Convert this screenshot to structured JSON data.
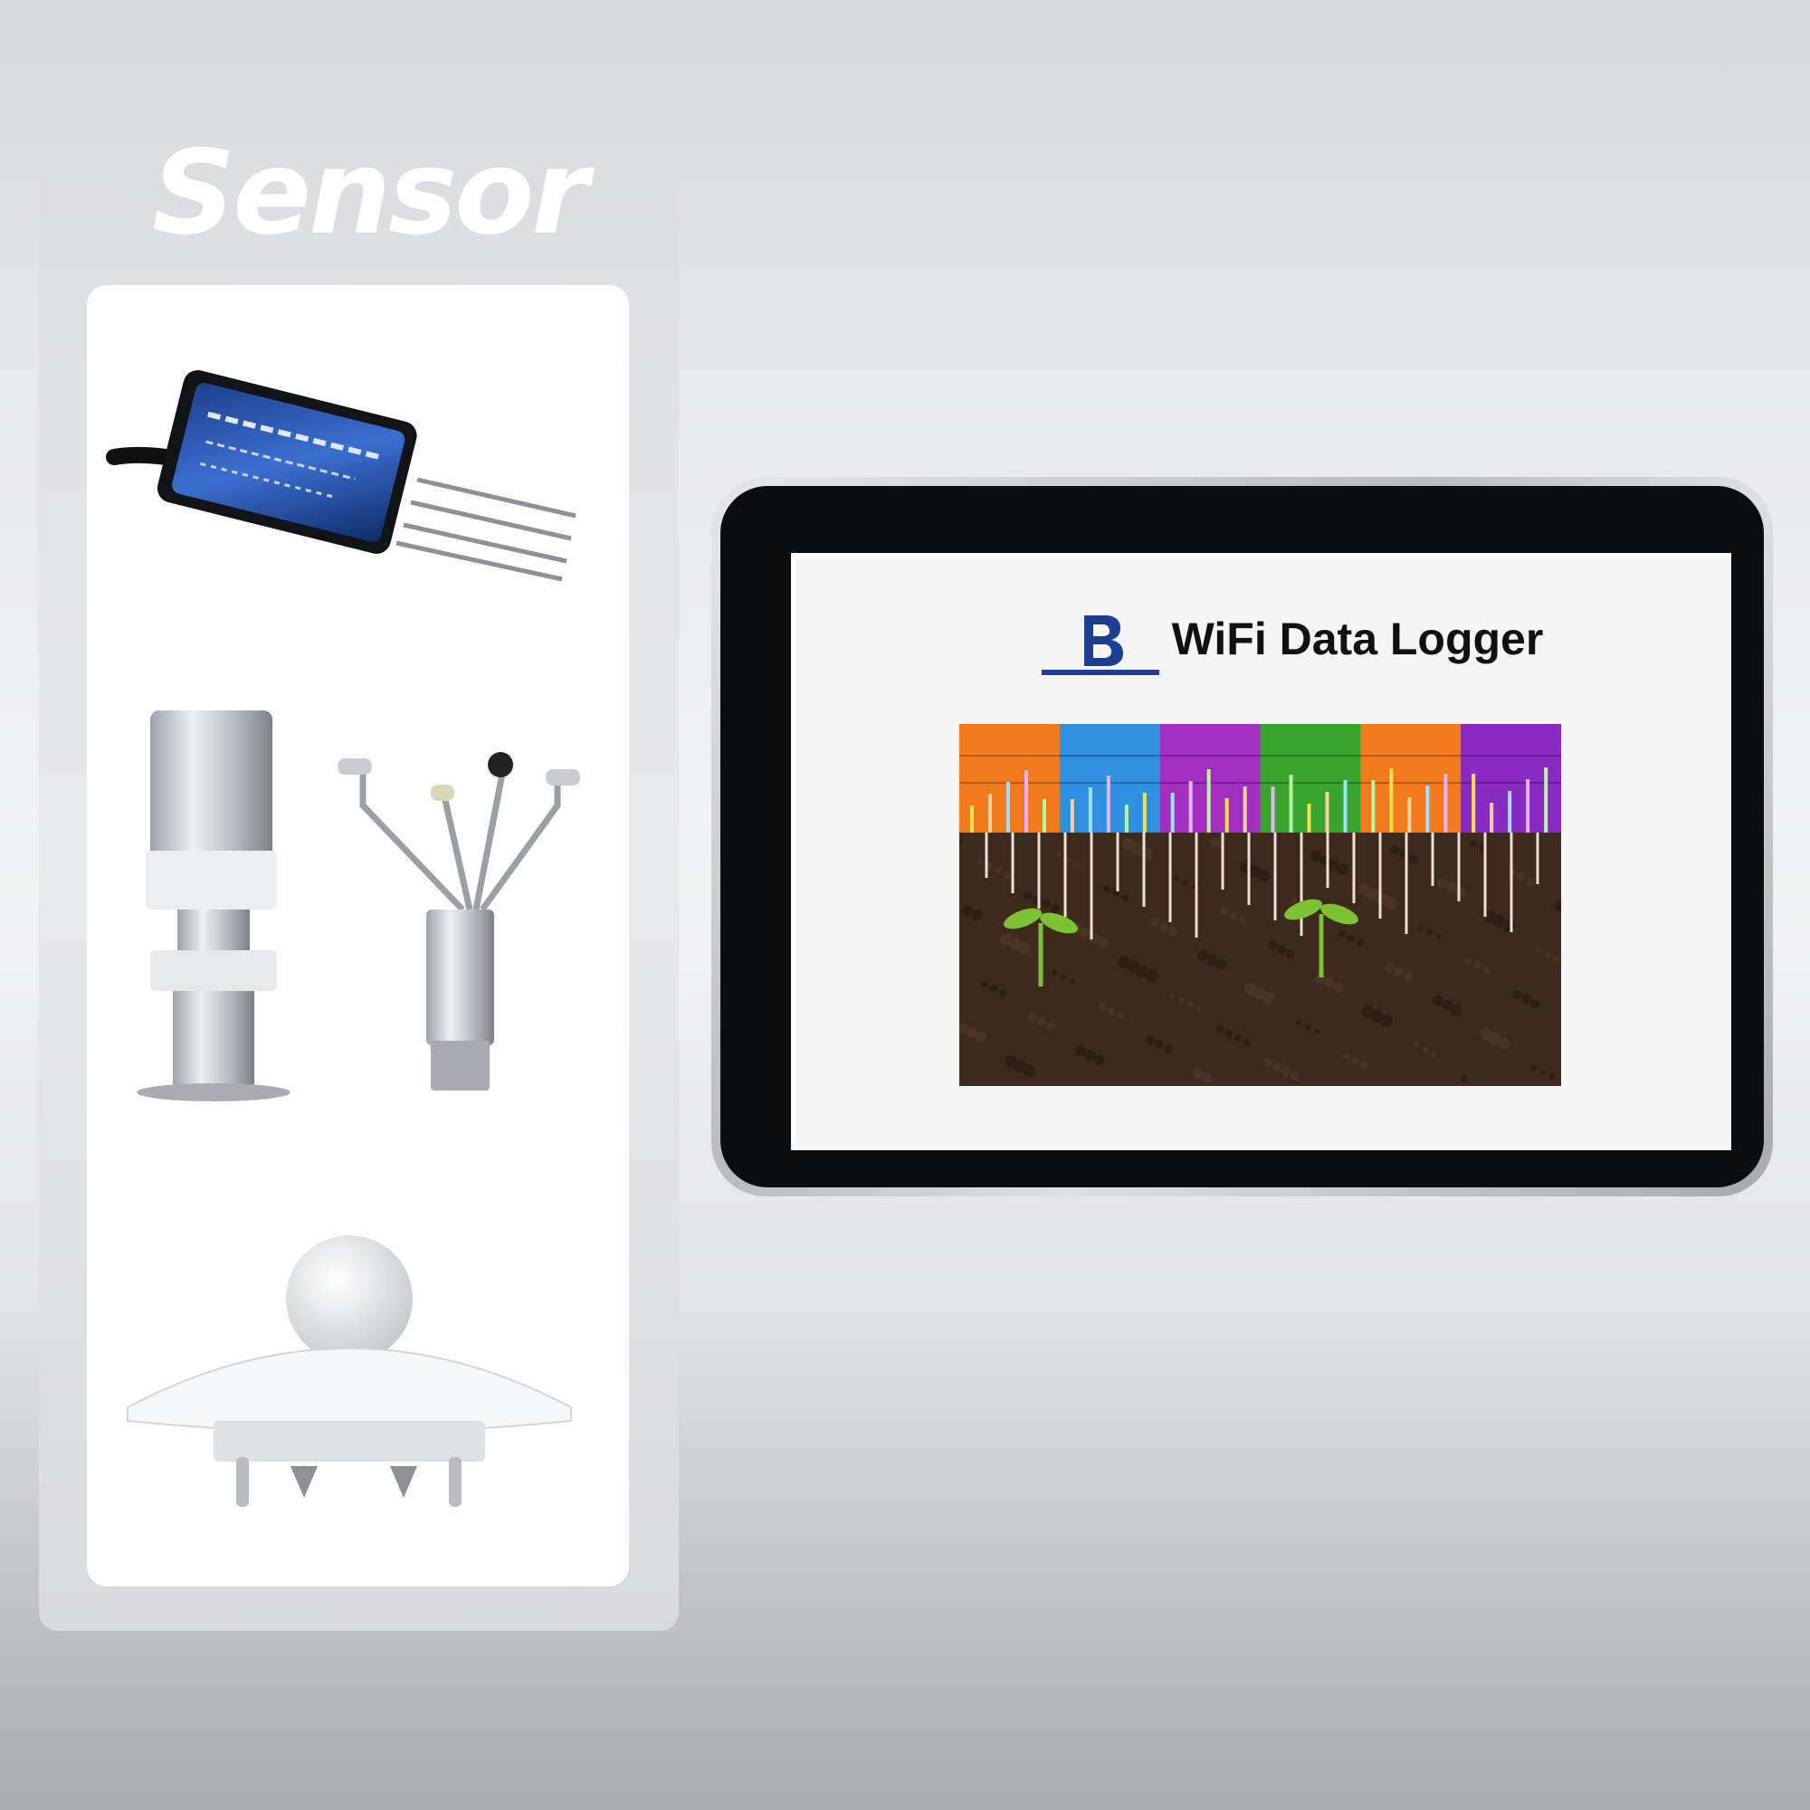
{
  "sensor_panel": {
    "title": "Sensor",
    "items": [
      {
        "name": "soil-moisture-sensor"
      },
      {
        "name": "ultrasonic-wind-sensor"
      },
      {
        "name": "anemometer-sensor"
      },
      {
        "name": "pyranometer-sensor"
      }
    ]
  },
  "tablet": {
    "title": "WiFi Data Logger",
    "bands": [
      "#f07a1c",
      "#2f8fe0",
      "#a22fc0",
      "#3aa52c",
      "#f07a1c",
      "#8a2ac4"
    ],
    "soil_color": "#3d2a1c",
    "plant_color": "#7cc232"
  },
  "colors": {
    "panel_bg": "#e0e1e3",
    "card_bg": "#fefefe",
    "bezel": "#0c0d0f",
    "title_text": "#111111"
  }
}
